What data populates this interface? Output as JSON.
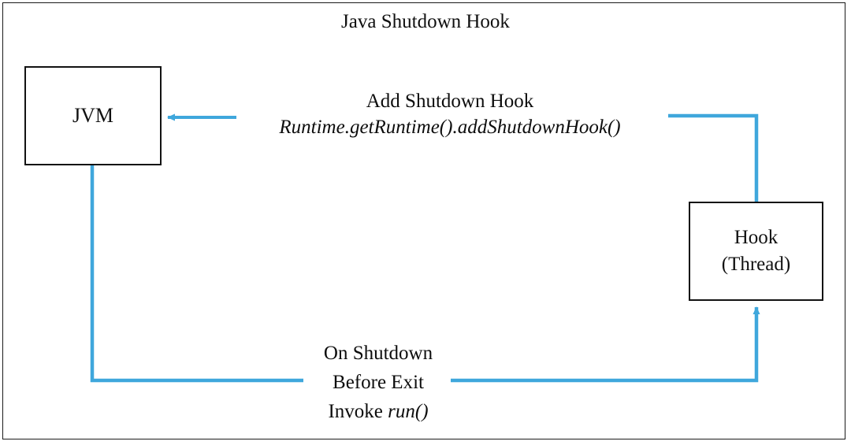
{
  "diagram": {
    "title": "Java Shutdown Hook",
    "type": "flow-diagram",
    "colors": {
      "connector": "#3FA7DC",
      "box_border": "#121212",
      "frame_border": "#1a1a1a",
      "text": "#101010",
      "background": "#ffffff"
    },
    "nodes": [
      {
        "id": "jvm",
        "label": "JVM",
        "lines": [
          "JVM"
        ]
      },
      {
        "id": "hook",
        "label": "Hook (Thread)",
        "lines": [
          "Hook",
          "(Thread)"
        ]
      }
    ],
    "edges": [
      {
        "id": "add-shutdown-hook",
        "from": "hook",
        "to": "jvm",
        "direction": "right-to-left",
        "label_lines": [
          {
            "text": "Add Shutdown Hook",
            "style": "normal"
          },
          {
            "text": "Runtime.getRuntime().addShutdownHook()",
            "style": "italic"
          }
        ]
      },
      {
        "id": "on-shutdown",
        "from": "jvm",
        "to": "hook",
        "direction": "left-to-right",
        "label_lines": [
          {
            "text": "On Shutdown",
            "style": "normal"
          },
          {
            "text": "Before Exit",
            "style": "normal"
          },
          {
            "text_prefix": "Invoke ",
            "text_italic": "run()",
            "style": "mixed"
          }
        ]
      }
    ]
  }
}
